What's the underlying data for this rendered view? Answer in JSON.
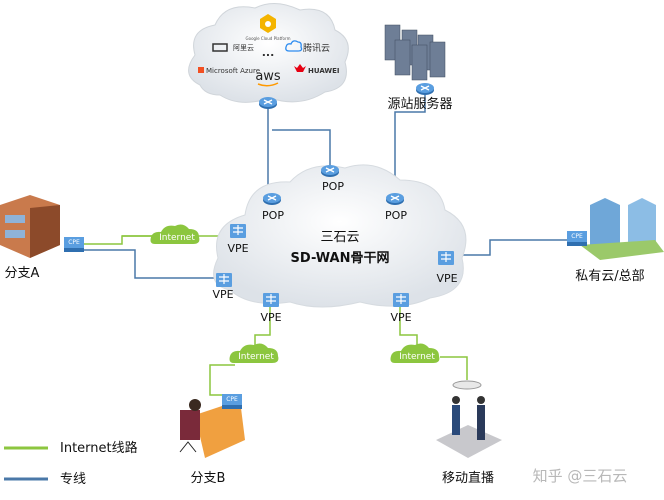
{
  "colors": {
    "internet_line": "#8cc63f",
    "private_line": "#4a78a8",
    "router": "#4f8fd0",
    "cloud": "#eef1f4"
  },
  "public_cloud": {
    "providers": [
      "Google Cloud Platform",
      "阿里云",
      "腾讯云",
      "...",
      "Microsoft Azure",
      "aws",
      "HUAWEI"
    ]
  },
  "origin_server": {
    "label": "源站服务器"
  },
  "backbone": {
    "line1": "三石云",
    "line2": "SD-WAN骨干网"
  },
  "pop_labels": [
    "POP",
    "POP",
    "POP"
  ],
  "vpe_labels": [
    "VPE",
    "VPE",
    "VPE",
    "VPE",
    "VPE"
  ],
  "cpe_label": "CPE",
  "internet_label": "Internet",
  "sites": {
    "branch_a": "分支A",
    "branch_b": "分支B",
    "private_hq": "私有云/总部",
    "mobile_live": "移动直播"
  },
  "legend": {
    "internet": "Internet线路",
    "private": "专线"
  },
  "watermark": "知乎 @三石云"
}
